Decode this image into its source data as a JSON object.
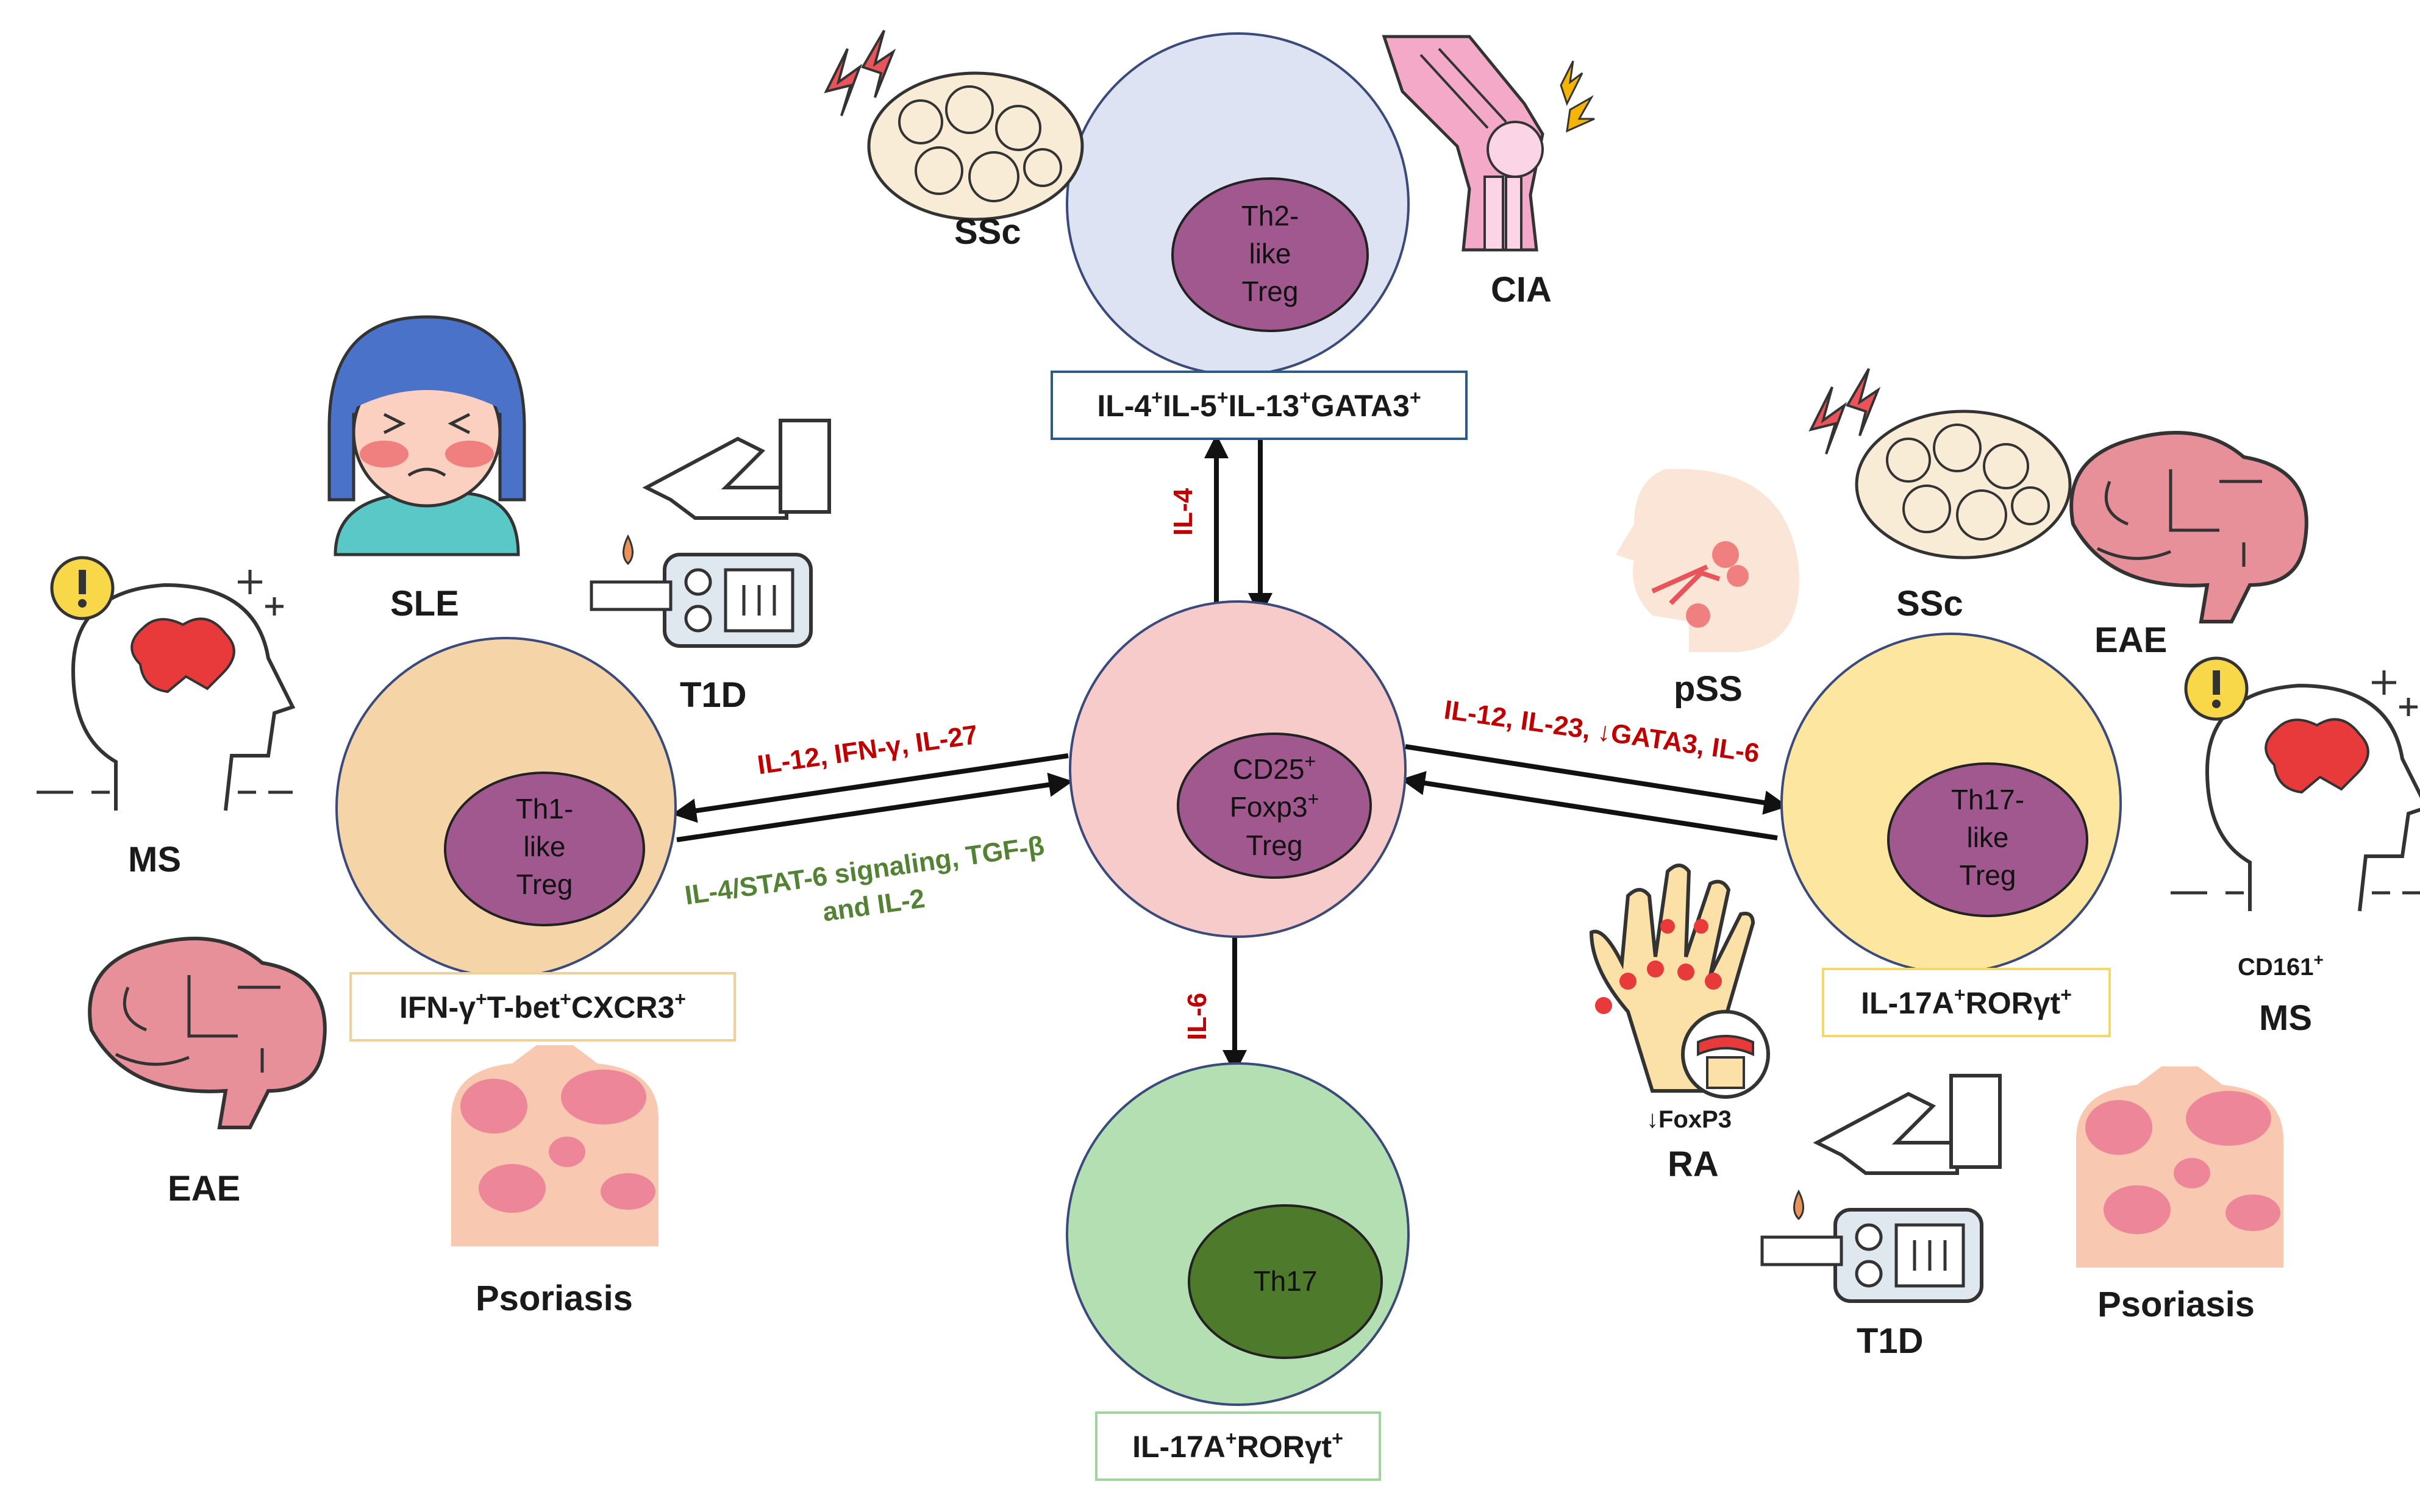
{
  "cells": {
    "center": {
      "line1": "CD25",
      "line1_sup": "+",
      "line2": "Foxp3",
      "line2_sup": "+",
      "line3": "Treg"
    },
    "th2": {
      "line1": "Th2-",
      "line2": "like",
      "line3": "Treg"
    },
    "th1": {
      "line1": "Th1-",
      "line2": "like",
      "line3": "Treg"
    },
    "th17_treg": {
      "line1": "Th17-",
      "line2": "like",
      "line3": "Treg"
    },
    "th17": {
      "line1": "Th17"
    }
  },
  "markers": {
    "th2": [
      "IL-4",
      "+",
      "IL-5",
      "+",
      "IL-13",
      "+",
      "GATA3",
      "+"
    ],
    "th1": [
      "IFN-γ",
      "+",
      "T-bet",
      "+",
      "CXCR3",
      "+"
    ],
    "th17_treg": [
      "IL-17A",
      "+",
      "RORγt",
      "+"
    ],
    "th17": [
      "IL-17A",
      "+",
      "RORγt",
      "+"
    ]
  },
  "cytokines": {
    "to_th2": "IL-4",
    "to_th1": "IL-12, IFN-γ, IL-27",
    "from_th1": [
      "IL-4/STAT-6 signaling, TGF-β",
      "and IL-2"
    ],
    "to_th17_treg": "IL-12, IL-23, ↓GATA3, IL-6",
    "to_th17": "IL-6"
  },
  "diseases": {
    "top_ssc": "SSc",
    "cia": "CIA",
    "sle": "SLE",
    "left_t1d": "T1D",
    "left_ms": "MS",
    "left_eae": "EAE",
    "left_psoriasis": "Psoriasis",
    "pss": "pSS",
    "right_ssc": "SSc",
    "right_eae": "EAE",
    "cd161": "CD161",
    "cd161_sup": "+",
    "right_ms": "MS",
    "ra_note": "↓FoxP3",
    "ra": "RA",
    "right_t1d": "T1D",
    "right_psoriasis": "Psoriasis"
  },
  "colors": {
    "center_fill": "#f8cbcb",
    "th2_fill": "#dde3f2",
    "th1_fill": "#f5d5a8",
    "th17treg_fill": "#fde7a0",
    "th17_fill": "#b3dfb3",
    "nucleus": "#a0588f",
    "th17_nucleus": "#4e7a2c",
    "arrow": "#111111",
    "cytokine_red": "#c00000",
    "cytokine_green": "#548235"
  },
  "icons": [
    "brain-lightning-icon",
    "knee-joint-pain-icon",
    "sick-girl-icon",
    "finger-prick-glucometer-icon",
    "head-brain-alert-icon",
    "brain-icon",
    "psoriasis-torso-icon",
    "salivary-gland-head-icon",
    "arthritis-hand-icon"
  ]
}
